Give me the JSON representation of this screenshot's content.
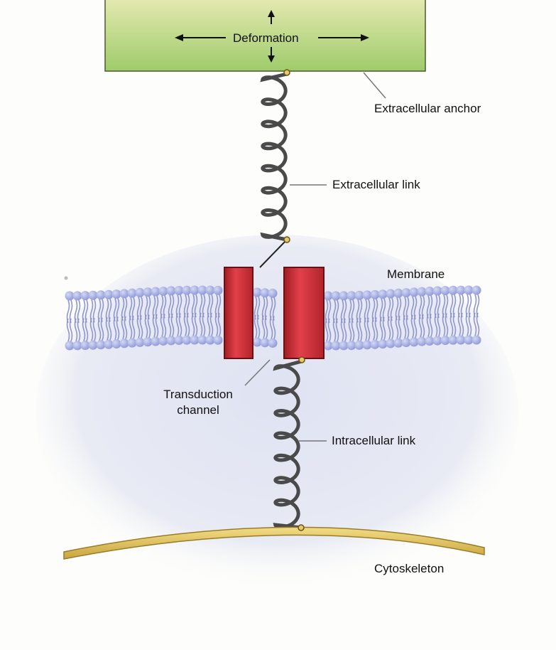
{
  "labels": {
    "deformation": "Deformation",
    "extracellular_anchor": "Extracellular anchor",
    "extracellular_link": "Extracellular link",
    "membrane": "Membrane",
    "transduction_line1": "Transduction",
    "transduction_line2": "channel",
    "intracellular_link": "Intracellular link",
    "cytoskeleton": "Cytoskeleton"
  },
  "colors": {
    "anchor_top": "#dfe6a8",
    "anchor_bottom": "#9fca6a",
    "channel_red": "#d8343a",
    "channel_red_dark": "#a31e24",
    "lipid_head": "#a6b0e4",
    "lipid_tail": "#8a90c8",
    "cytoplasm": "#e6e8f3",
    "spring": "#4a4a4a",
    "cytoskeleton": "#e2c45e",
    "knot": "#e5c46a"
  },
  "icons": [
    "arrow-up-icon",
    "arrow-down-icon",
    "arrow-left-icon",
    "arrow-right-icon"
  ]
}
